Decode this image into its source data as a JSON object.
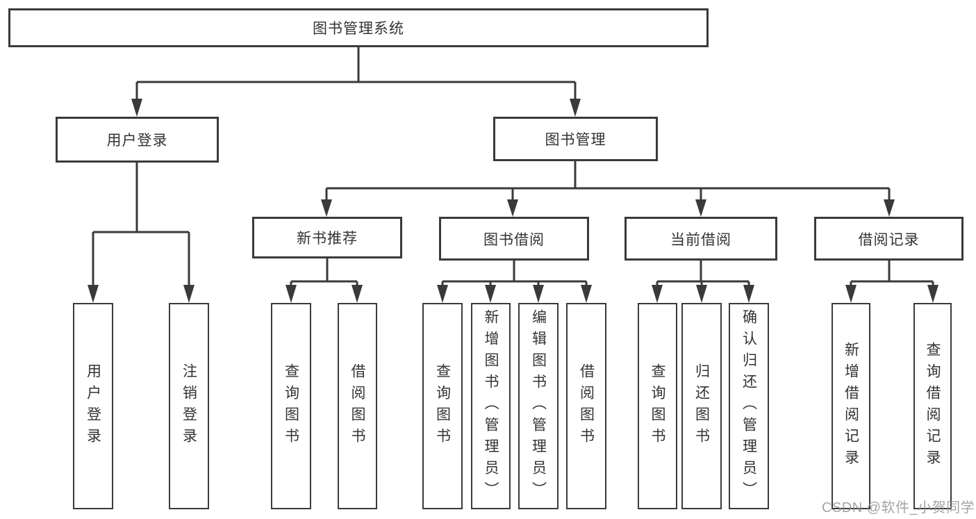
{
  "diagram": {
    "root": {
      "label": "图书管理系统"
    },
    "level2": [
      {
        "label": "用户登录"
      },
      {
        "label": "图书管理"
      }
    ],
    "level3": [
      {
        "label": "新书推荐"
      },
      {
        "label": "图书借阅"
      },
      {
        "label": "当前借阅"
      },
      {
        "label": "借阅记录"
      }
    ],
    "leaves": [
      {
        "label": "用户登录"
      },
      {
        "label": "注销登录"
      },
      {
        "label": "查询图书"
      },
      {
        "label": "借阅图书"
      },
      {
        "label": "查询图书"
      },
      {
        "label": "新增图书（管理员）"
      },
      {
        "label": "编辑图书（管理员）"
      },
      {
        "label": "借阅图书"
      },
      {
        "label": "查询图书"
      },
      {
        "label": "归还图书"
      },
      {
        "label": "确认归还（管理员）"
      },
      {
        "label": "新增借阅记录"
      },
      {
        "label": "查询借阅记录"
      }
    ]
  },
  "watermark": {
    "text": "CSDN @软件_小贺同学"
  },
  "colors": {
    "line": "#3a3a3a",
    "box_border": "#3a3a3a",
    "text": "#333333",
    "watermark": "#949494",
    "background": "#ffffff"
  }
}
